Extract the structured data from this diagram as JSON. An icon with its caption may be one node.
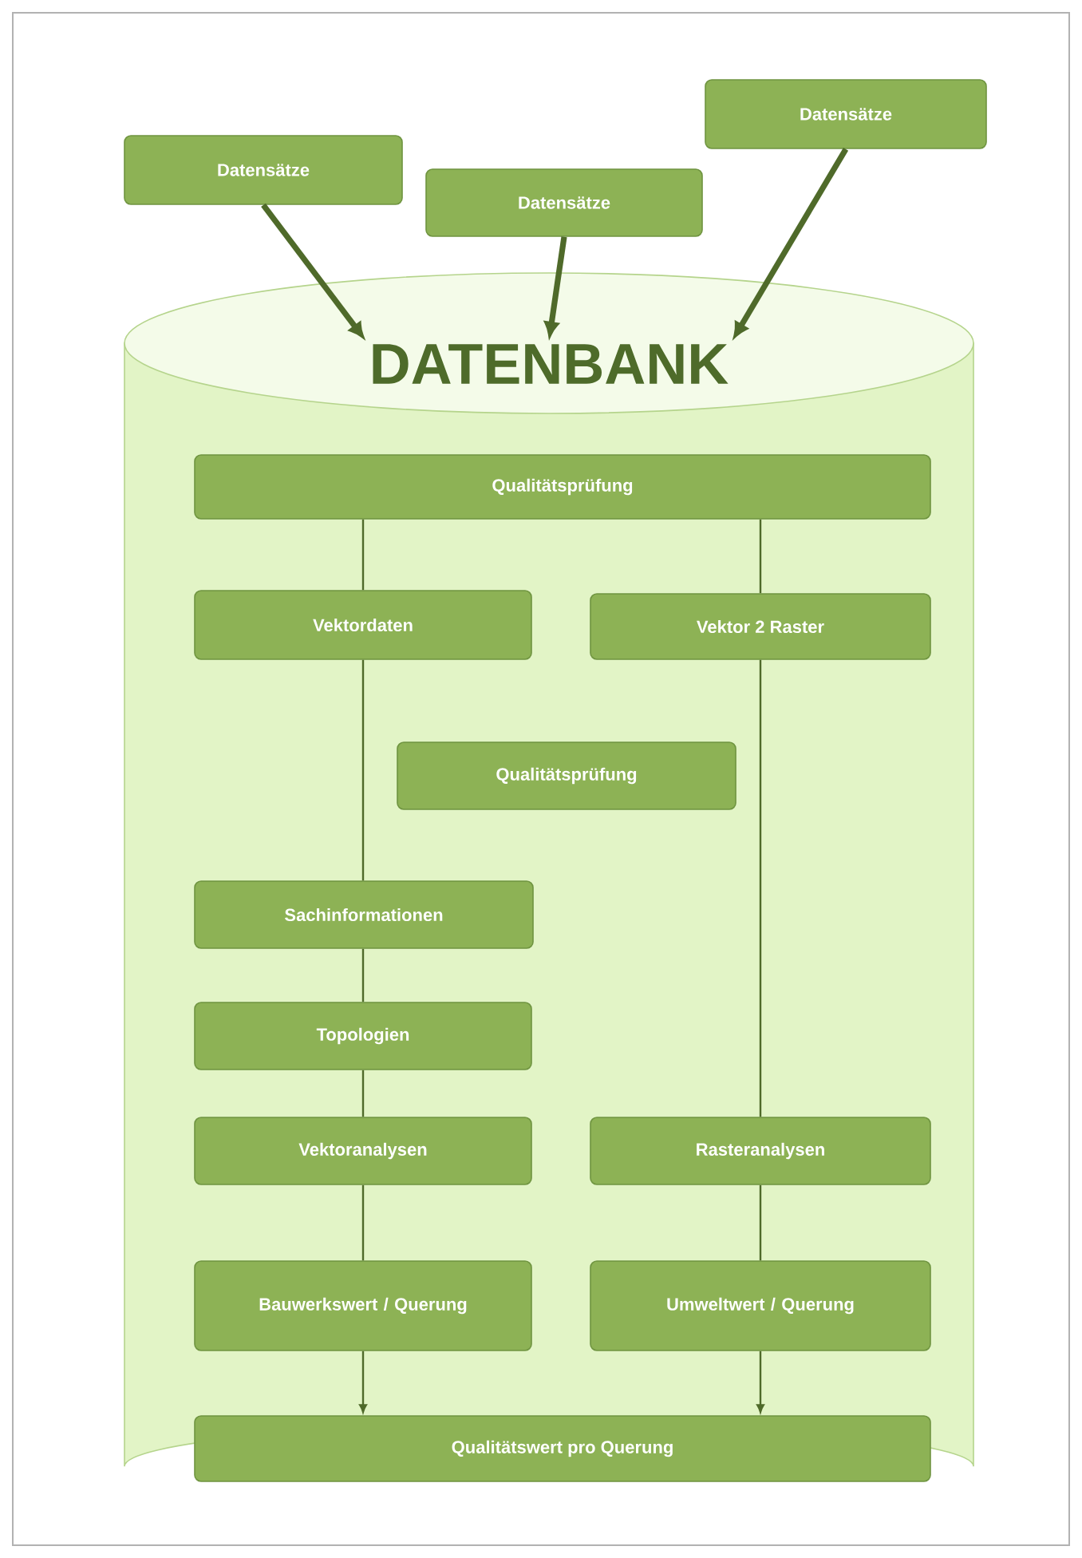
{
  "diagram": {
    "nodes": [
      {
        "text": [
          "Datensätze"
        ]
      },
      {
        "text": [
          "Datensätze"
        ]
      },
      {
        "text": [
          "Datensätze"
        ]
      },
      {
        "text": [
          "DATENBANK"
        ]
      },
      {
        "text": [
          "Qualitätsprüfung"
        ],
        "in": 3
      },
      {
        "text": [
          "Vektordaten"
        ],
        "in": 3
      },
      {
        "text": [
          "Vektor 2 Raster"
        ],
        "in": 3
      },
      {
        "text": [
          "Qualitätsprüfung"
        ],
        "in": 3
      },
      {
        "text": [
          "Sachinformationen"
        ],
        "in": 3
      },
      {
        "text": [
          "Topologien"
        ],
        "in": 3
      },
      {
        "text": [
          "Vektoranalysen"
        ],
        "in": 3
      },
      {
        "text": [
          "Rasteranalysen"
        ],
        "in": 3
      },
      {
        "text": [
          "Bauwerkswert / Querung"
        ],
        "in": 3
      },
      {
        "text": [
          "Umweltwert / Querung"
        ],
        "in": 3
      },
      {
        "text": [
          "Qualitätswert pro Querung"
        ],
        "in": 3
      }
    ],
    "edges": [
      {
        "from": 0,
        "to": 3,
        "arrow": "to",
        "style": "thick"
      },
      {
        "from": 1,
        "to": 3,
        "arrow": "to",
        "style": "thick"
      },
      {
        "from": 2,
        "to": 3,
        "arrow": "to",
        "style": "thick"
      },
      {
        "from": 4,
        "to": 5,
        "arrow": "none"
      },
      {
        "from": 4,
        "to": 6,
        "arrow": "none"
      },
      {
        "from": 5,
        "to": 8,
        "arrow": "none"
      },
      {
        "from": 8,
        "to": 9,
        "arrow": "none"
      },
      {
        "from": 9,
        "to": 10,
        "arrow": "none"
      },
      {
        "from": 10,
        "to": 12,
        "arrow": "none"
      },
      {
        "from": 6,
        "to": 11,
        "arrow": "none"
      },
      {
        "from": 11,
        "to": 13,
        "arrow": "none"
      },
      {
        "from": 12,
        "to": 14,
        "arrow": "to"
      },
      {
        "from": 13,
        "to": 14,
        "arrow": "to"
      }
    ]
  }
}
